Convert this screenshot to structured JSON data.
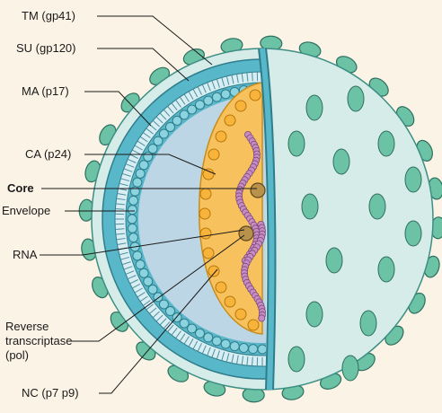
{
  "labels": {
    "tm": "TM (gp41)",
    "su": "SU (gp120)",
    "ma": "MA (p17)",
    "ca": "CA (p24)",
    "core": "Core",
    "envelope": "Envelope",
    "rna": "RNA",
    "rt_line1": "Reverse",
    "rt_line2": "transcriptase",
    "rt_line3": "(pol)",
    "nc": "NC (p7 p9)"
  },
  "colors": {
    "background": "#fbf3e6",
    "spike": "#6cc2a4",
    "envelope_outer": "#58b7c9",
    "envelope_inner_bg": "#d8eef2",
    "surface": "#d5ece8",
    "matrix": "#bcd6e6",
    "core": "#f7c25d",
    "capsid_dot": "#f8b33a",
    "rna": "#c88cc5",
    "enzyme": "#b8924a"
  }
}
